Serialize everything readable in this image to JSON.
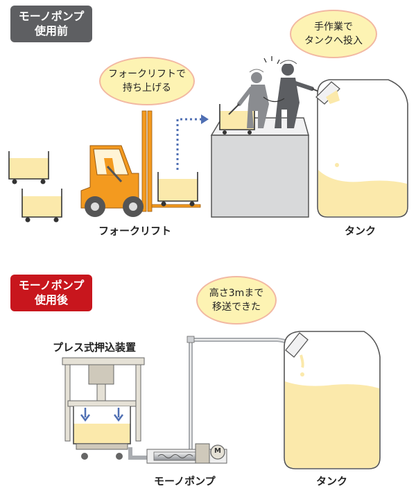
{
  "before": {
    "badge_line1": "モーノポンプ",
    "badge_line2": "使用前",
    "bubble_forklift_line1": "フォークリフトで",
    "bubble_forklift_line2": "持ち上げる",
    "bubble_manual_line1": "手作業で",
    "bubble_manual_line2": "タンクへ投入",
    "label_forklift": "フォークリフト",
    "label_tank": "タンク"
  },
  "after": {
    "badge_line1": "モーノポンプ",
    "badge_line2": "使用後",
    "bubble_height_line1": "高さ3mまで",
    "bubble_height_line2": "移送できた",
    "label_press": "プレス式押込装置",
    "label_pump": "モーノポンプ",
    "label_tank": "タンク",
    "pump_mark": "M"
  },
  "colors": {
    "product": "#fbe9ab",
    "forklift": "#f39a1f",
    "badge_before": "#5e5f62",
    "badge_after": "#c8161d",
    "arrow": "#4f6fb3"
  }
}
